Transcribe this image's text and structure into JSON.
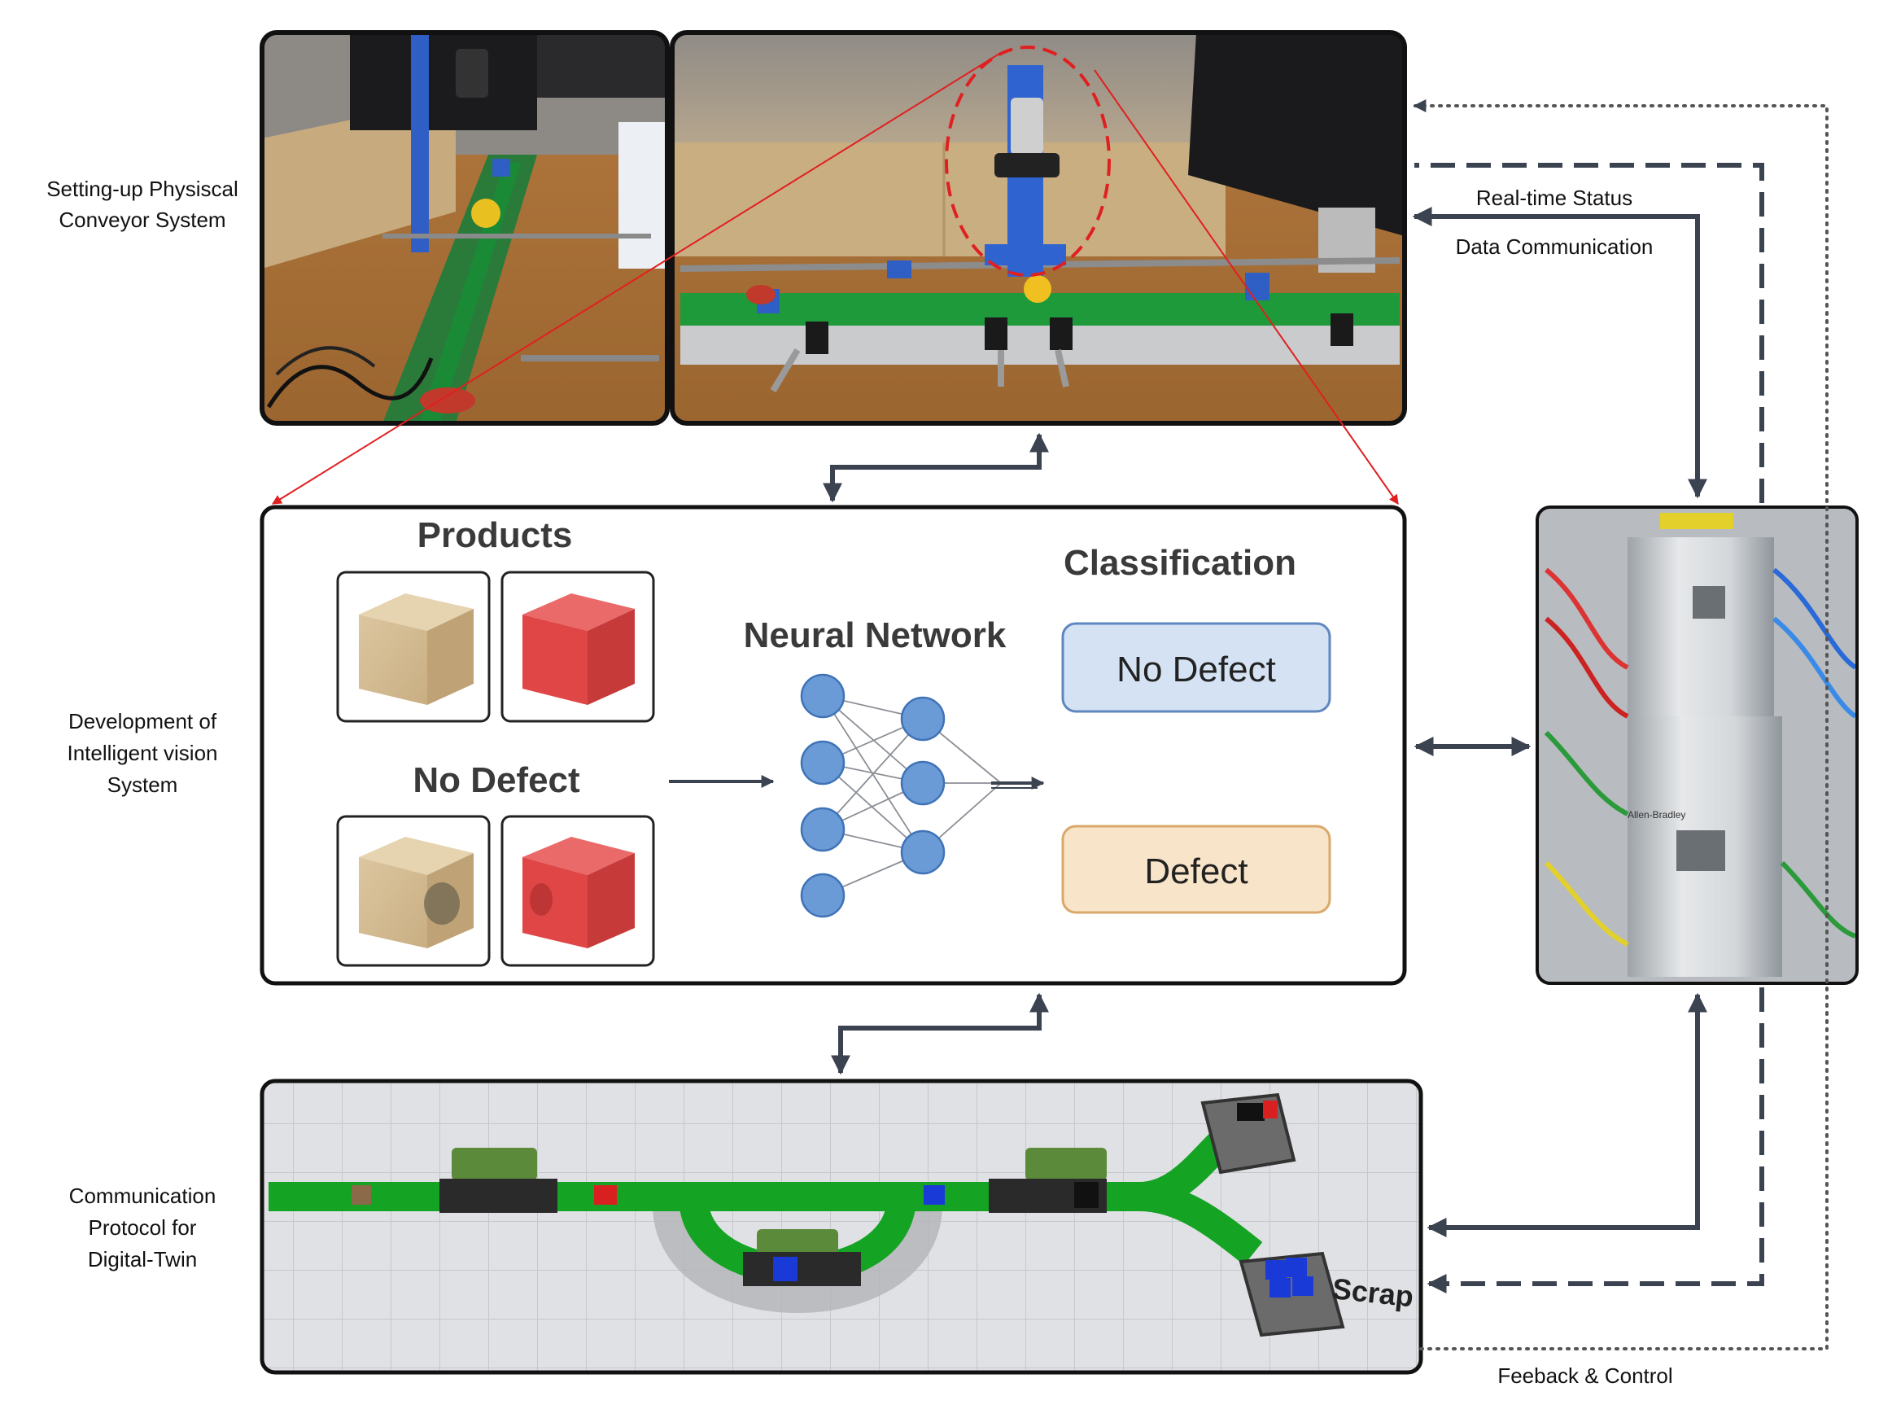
{
  "row_labels": {
    "physical": [
      "Setting-up Physiscal",
      "Conveyor System"
    ],
    "vision": [
      "Development of",
      "Intelligent vision",
      "System"
    ],
    "twin": [
      "Communication",
      "Protocol for",
      "Digital-Twin"
    ]
  },
  "vision_panel": {
    "products_title": "Products",
    "no_defect_label": "No Defect",
    "network_title": "Neural Network",
    "classification_title": "Classification",
    "class_no_defect": "No Defect",
    "class_defect": "Defect"
  },
  "links": {
    "realtime_status": "Real-time Status",
    "data_communication": "Data Communication",
    "feedback_control": "Feeback & Control"
  },
  "digital_twin": {
    "scrap_label": "Scrap"
  },
  "plc": {
    "brand": "Allen-Bradley"
  },
  "colors": {
    "no_defect_fill": "#d4e2f3",
    "no_defect_stroke": "#5f86bf",
    "defect_fill": "#f8e4c8",
    "defect_stroke": "#d9a86a",
    "node_fill": "#6b9bd6",
    "node_stroke": "#3f73b8",
    "conveyor_green": "#14a322",
    "arrow_dark": "#3b4250",
    "annotation_red": "#e02020"
  }
}
